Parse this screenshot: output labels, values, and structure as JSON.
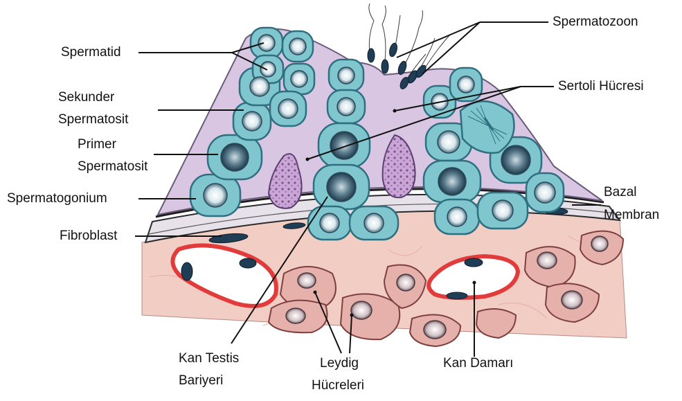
{
  "labels": {
    "spermatid": "Spermatid",
    "sekunder_1": "Sekunder",
    "sekunder_2": "Spermatosit",
    "primer_1": "Primer",
    "primer_2": "Spermatosit",
    "spermatogonium": "Spermatogonium",
    "fibroblast": "Fibroblast",
    "spermatozoon": "Spermatozoon",
    "sertoli": "Sertoli Hücresi",
    "bazal_1": "Bazal",
    "bazal_2": "Membran",
    "kan_testis_1": "Kan Testis",
    "kan_testis_2": "Bariyeri",
    "leydig_1": "Leydig",
    "leydig_2": "Hücreleri",
    "kan_damari": "Kan Damarı"
  },
  "colors": {
    "germ_cell": "#7fc6cf",
    "germ_cell_edge": "#2f6f80",
    "sertoli_cytoplasm": "#d8c6e2",
    "sertoli_nucleus": "#c9a6d6",
    "interstitium": "#f2cdc4",
    "leydig_cell": "#e6b1aa",
    "vessel_wall": "#e23b3b",
    "fibroblast_nucleus": "#1f3d55"
  }
}
